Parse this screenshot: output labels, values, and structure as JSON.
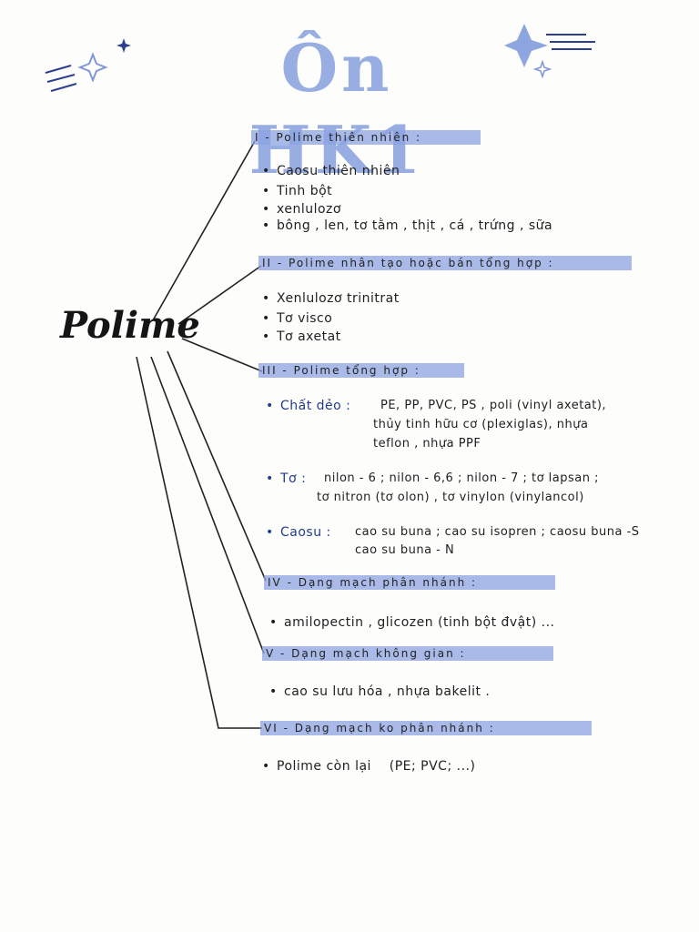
{
  "title": "Ôn HK1",
  "center": "Polime",
  "sections": [
    {
      "heading": "I - Polime thiên nhiên :",
      "items": [
        "Caosu thiên nhiên",
        "Tinh bột",
        "xenlulozơ",
        "bông , len, tơ tằm , thịt , cá , trứng , sữa"
      ]
    },
    {
      "heading": "II - Polime nhân tạo hoặc bán tổng hợp :",
      "items": [
        "Xenlulozơ trinitrat",
        "Tơ visco",
        "Tơ axetat"
      ]
    },
    {
      "heading": "III - Polime tổng hợp :",
      "groups": [
        {
          "label": "Chất dẻo :",
          "lines": [
            "PE, PP, PVC, PS , poli (vinyl axetat),",
            "thủy tinh hữu cơ (plexiglas), nhựa",
            "teflon , nhựa PPF"
          ]
        },
        {
          "label": "Tơ :",
          "lines": [
            "nilon - 6 ; nilon - 6,6 ; nilon - 7 ; tơ lapsan ;",
            "tơ nitron (tơ olon) , tơ vinylon (vinylancol)"
          ]
        },
        {
          "label": "Caosu :",
          "lines": [
            "cao su buna ; cao su isopren ; caosu buna -S",
            "cao su buna - N"
          ]
        }
      ]
    },
    {
      "heading": "IV - Dạng mạch phân nhánh :",
      "items": [
        "amilopectin , glicozen (tinh bột đvật) ..."
      ]
    },
    {
      "heading": "V - Dạng mạch không gian :",
      "items": [
        "cao su lưu hóa , nhựa bakelit ."
      ]
    },
    {
      "heading": "VI - Dạng mạch ko phân nhánh :",
      "items": [
        "Polime còn lại    (PE; PVC; ...)"
      ]
    }
  ],
  "colors": {
    "highlight": "#8ca3e2",
    "title": "#8ea6e0",
    "accent": "#233c8c"
  }
}
